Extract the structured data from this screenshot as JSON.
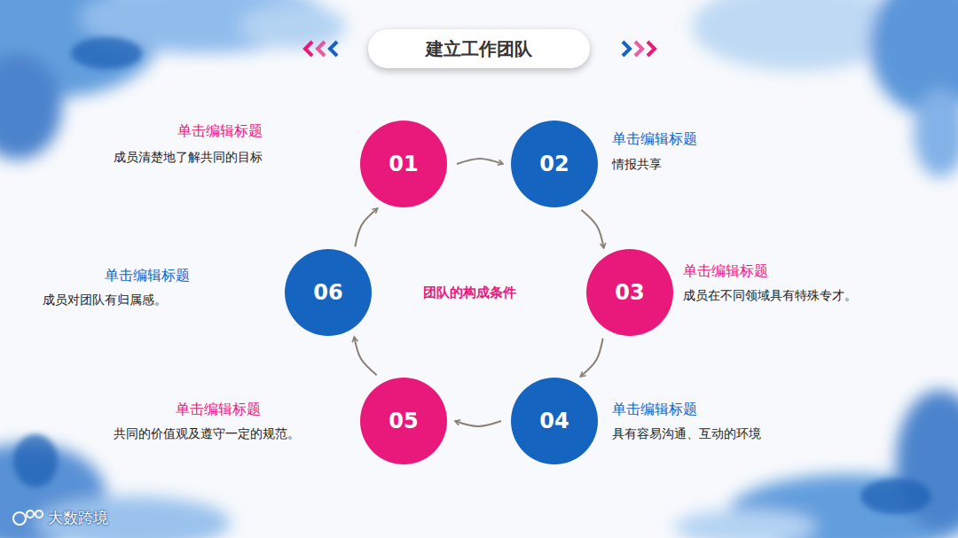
{
  "diagram": {
    "title": "建立工作团队",
    "nodes": [
      {
        "text": [
          "01"
        ]
      },
      {
        "text": [
          "02"
        ]
      },
      {
        "text": [
          "03"
        ]
      },
      {
        "text": [
          "04"
        ]
      },
      {
        "text": [
          "05"
        ]
      },
      {
        "text": [
          "06"
        ]
      }
    ],
    "edges": [
      {
        "from": 0,
        "to": 1,
        "arrow": "to"
      },
      {
        "from": 1,
        "to": 2,
        "arrow": "to"
      },
      {
        "from": 2,
        "to": 3,
        "arrow": "to"
      },
      {
        "from": 3,
        "to": 4,
        "arrow": "to"
      },
      {
        "from": 4,
        "to": 5,
        "arrow": "to"
      },
      {
        "from": 5,
        "to": 0,
        "arrow": "to"
      }
    ],
    "labels": [
      "单击编辑标题",
      "成员清楚地了解共同的目标",
      "单击编辑标题",
      "情报共享",
      "单击编辑标题",
      "成员对团队有归属感。",
      "团队的构成条件",
      "单击编辑标题",
      "成员在不同领域具有特殊专才。",
      "单击编辑标题",
      "共同的价值观及遵守一定的规范。",
      "单击编辑标题",
      "具有容易沟通、互动的环境",
      "大数跨境"
    ]
  }
}
